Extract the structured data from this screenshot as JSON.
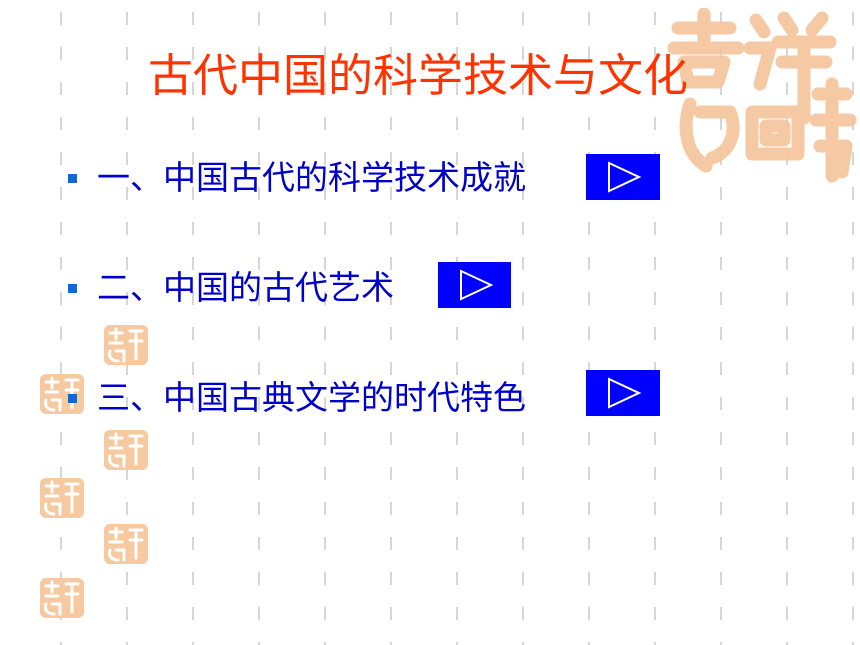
{
  "slide": {
    "title": "古代中国的科学技术与文化",
    "items": [
      {
        "label": "一、中国古代的科学技术成就",
        "link": "play-icon"
      },
      {
        "label": "二、中国的古代艺术",
        "link": "play-icon"
      },
      {
        "label": "三、中国古典文学的时代特色",
        "link": "play-icon"
      }
    ]
  },
  "colors": {
    "title": "#ff3300",
    "item_text": "#0000cc",
    "bullet": "#1466d8",
    "button_fill": "#0000ff",
    "grid_line": "#d6d6d6",
    "seal": "#f5c49a"
  }
}
